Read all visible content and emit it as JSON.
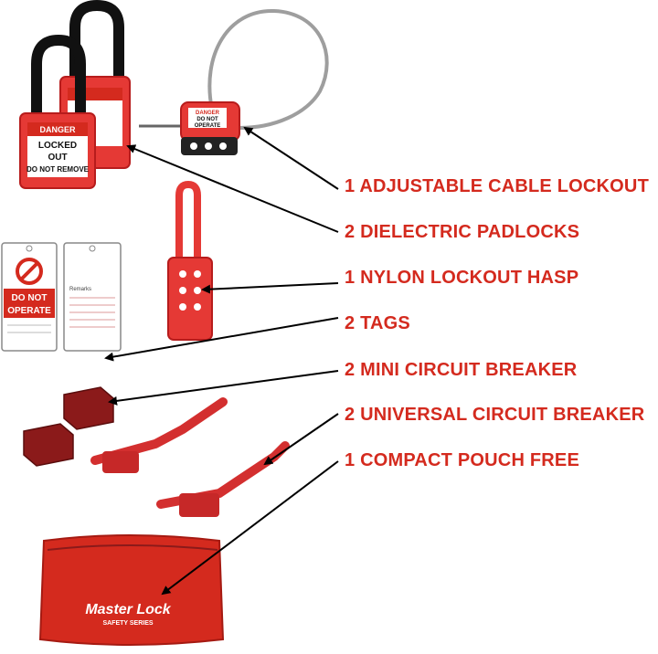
{
  "labels": [
    "1 ADJUSTABLE CABLE LOCKOUT",
    "2 DIELECTRIC PADLOCKS",
    "1 NYLON LOCKOUT HASP",
    "2 TAGS",
    "2 MINI CIRCUIT BREAKER",
    "2 UNIVERSAL CIRCUIT BREAKER",
    "1 COMPACT POUCH FREE"
  ],
  "padlock": {
    "header": "DANGER",
    "line1": "LOCKED",
    "line2": "OUT",
    "line3": "DO NOT REMOVE"
  },
  "cable_lockout": {
    "header": "DANGER",
    "line1": "DO NOT",
    "line2": "OPERATE"
  },
  "tag_front": {
    "line1": "DO NOT",
    "line2": "OPERATE"
  },
  "tag_back": {
    "line1": "Remarks"
  },
  "pouch": {
    "brand": "Master Lock",
    "series": "SAFETY SERIES"
  },
  "colors": {
    "label_red": "#d42a1e",
    "product_red": "#e53935",
    "dark_red": "#b71c1c"
  }
}
